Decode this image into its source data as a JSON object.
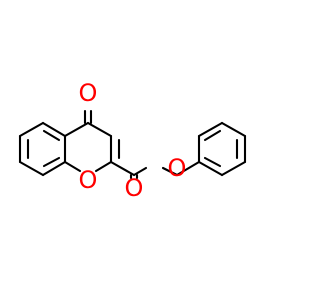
{
  "molecule": {
    "atoms": [
      {
        "symbol": "O",
        "role": "ketone-oxygen",
        "color": "#ff0000"
      },
      {
        "symbol": "O",
        "role": "ring-oxygen",
        "color": "#ff0000"
      },
      {
        "symbol": "O",
        "role": "ester-oxygen",
        "color": "#ff0000"
      },
      {
        "symbol": "O",
        "role": "carbonyl-oxygen",
        "color": "#ff0000"
      }
    ],
    "bond_color": "#000000",
    "background": "#ffffff"
  }
}
